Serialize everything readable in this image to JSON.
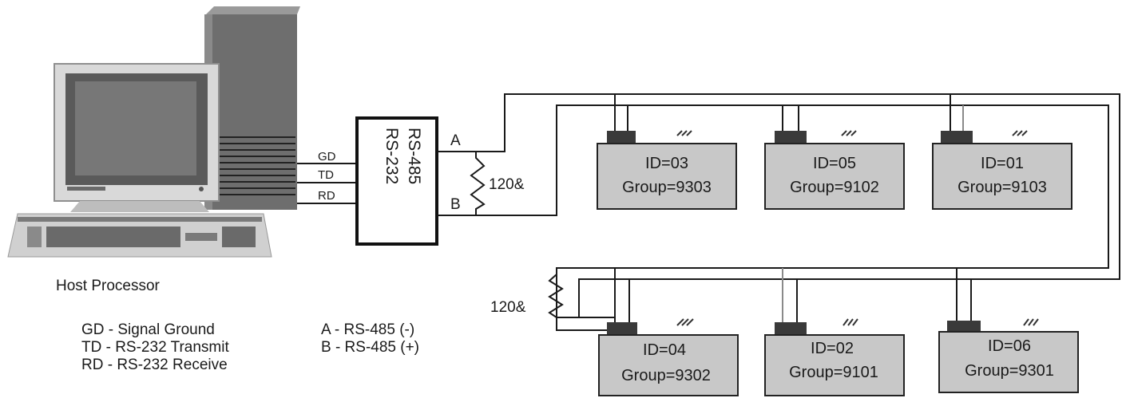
{
  "host": {
    "label": "Host Processor"
  },
  "converter": {
    "left_label": "RS-232",
    "right_label": "RS-485"
  },
  "signals": {
    "gd": "GD",
    "td": "TD",
    "rd": "RD",
    "a": "A",
    "b": "B"
  },
  "terminators": {
    "top": "120&",
    "bottom": "120&"
  },
  "legend": {
    "left": [
      "GD - Signal Ground",
      "TD - RS-232 Transmit",
      "RD - RS-232 Receive"
    ],
    "right": [
      "A - RS-485 (-)",
      "B - RS-485 (+)"
    ]
  },
  "nodes": [
    {
      "id": "ID=03",
      "group": "Group=9303"
    },
    {
      "id": "ID=05",
      "group": "Group=9102"
    },
    {
      "id": "ID=01",
      "group": "Group=9103"
    },
    {
      "id": "ID=04",
      "group": "Group=9302"
    },
    {
      "id": "ID=02",
      "group": "Group=9101"
    },
    {
      "id": "ID=06",
      "group": "Group=9301"
    }
  ],
  "colors": {
    "node_fill": "#c8c8c8",
    "connector": "#3a3a3a",
    "line": "#1a1a1a"
  }
}
